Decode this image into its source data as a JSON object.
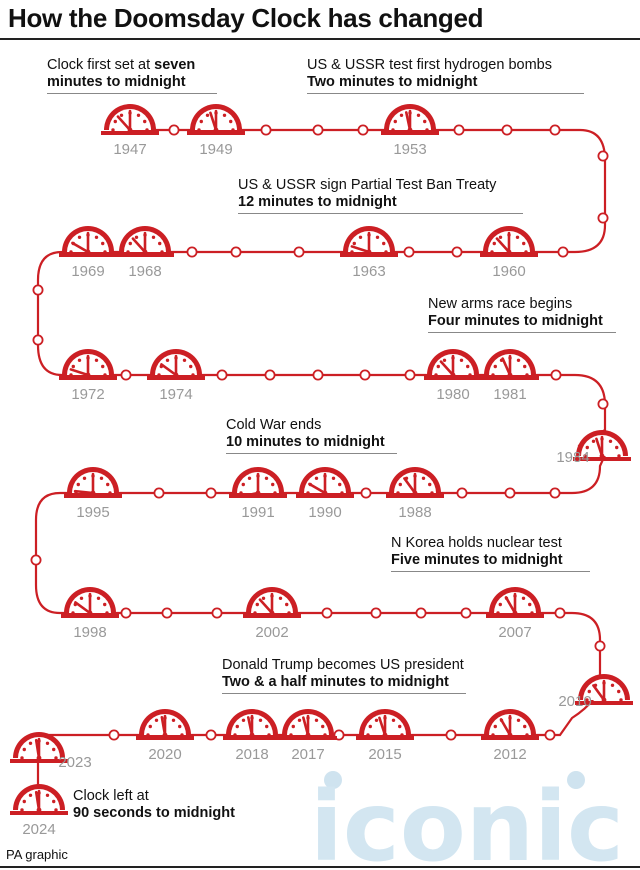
{
  "title": "How the Doomsday Clock has changed",
  "footer": "PA graphic",
  "watermark": "iconic",
  "colors": {
    "accent": "#cc1f24",
    "year": "#999999",
    "watermark": "#cfe3ef"
  },
  "annotations": [
    {
      "id": "1947",
      "lines": [
        [
          {
            "t": "Clock first set at "
          },
          {
            "t": "seven",
            "b": true
          }
        ],
        [
          {
            "t": "minutes to midnight",
            "b": true
          }
        ]
      ]
    },
    {
      "id": "1953",
      "lines": [
        [
          {
            "t": "US & USSR test first hydrogen bombs"
          }
        ],
        [
          {
            "t": "Two minutes to midnight",
            "b": true
          }
        ]
      ]
    },
    {
      "id": "1963",
      "lines": [
        [
          {
            "t": "US & USSR sign Partial Test Ban Treaty"
          }
        ],
        [
          {
            "t": "12 minutes to midnight",
            "b": true
          }
        ]
      ]
    },
    {
      "id": "1981",
      "lines": [
        [
          {
            "t": "New arms race begins"
          }
        ],
        [
          {
            "t": "Four minutes to midnight",
            "b": true
          }
        ]
      ]
    },
    {
      "id": "1990",
      "lines": [
        [
          {
            "t": "Cold War ends"
          }
        ],
        [
          {
            "t": "10 minutes to midnight",
            "b": true
          }
        ]
      ]
    },
    {
      "id": "2007",
      "lines": [
        [
          {
            "t": "N Korea holds nuclear test"
          }
        ],
        [
          {
            "t": "Five minutes to midnight",
            "b": true
          }
        ]
      ]
    },
    {
      "id": "2017",
      "lines": [
        [
          {
            "t": "Donald Trump becomes US president"
          }
        ],
        [
          {
            "t": "Two & a half minutes to midnight",
            "b": true
          }
        ]
      ]
    },
    {
      "id": "2024",
      "lines": [
        [
          {
            "t": "Clock left at"
          }
        ],
        [
          {
            "t": "90 seconds to midnight",
            "b": true
          }
        ]
      ]
    }
  ],
  "clocks": [
    {
      "year": "1947",
      "minutes_to_midnight": 7
    },
    {
      "year": "1949",
      "minutes_to_midnight": 3
    },
    {
      "year": "1953",
      "minutes_to_midnight": 2
    },
    {
      "year": "1960",
      "minutes_to_midnight": 7
    },
    {
      "year": "1963",
      "minutes_to_midnight": 12
    },
    {
      "year": "1968",
      "minutes_to_midnight": 7
    },
    {
      "year": "1969",
      "minutes_to_midnight": 10
    },
    {
      "year": "1972",
      "minutes_to_midnight": 12
    },
    {
      "year": "1974",
      "minutes_to_midnight": 9
    },
    {
      "year": "1980",
      "minutes_to_midnight": 7
    },
    {
      "year": "1981",
      "minutes_to_midnight": 4
    },
    {
      "year": "1984",
      "minutes_to_midnight": 3
    },
    {
      "year": "1988",
      "minutes_to_midnight": 6
    },
    {
      "year": "1990",
      "minutes_to_midnight": 10
    },
    {
      "year": "1991",
      "minutes_to_midnight": 17
    },
    {
      "year": "1995",
      "minutes_to_midnight": 14
    },
    {
      "year": "1998",
      "minutes_to_midnight": 9
    },
    {
      "year": "2002",
      "minutes_to_midnight": 7
    },
    {
      "year": "2007",
      "minutes_to_midnight": 5
    },
    {
      "year": "2010",
      "minutes_to_midnight": 6
    },
    {
      "year": "2012",
      "minutes_to_midnight": 5
    },
    {
      "year": "2015",
      "minutes_to_midnight": 3
    },
    {
      "year": "2017",
      "minutes_to_midnight": 2.5
    },
    {
      "year": "2018",
      "minutes_to_midnight": 2
    },
    {
      "year": "2020",
      "minutes_to_midnight": 1.67
    },
    {
      "year": "2023",
      "minutes_to_midnight": 1.5
    },
    {
      "year": "2024",
      "minutes_to_midnight": 1.5
    }
  ]
}
